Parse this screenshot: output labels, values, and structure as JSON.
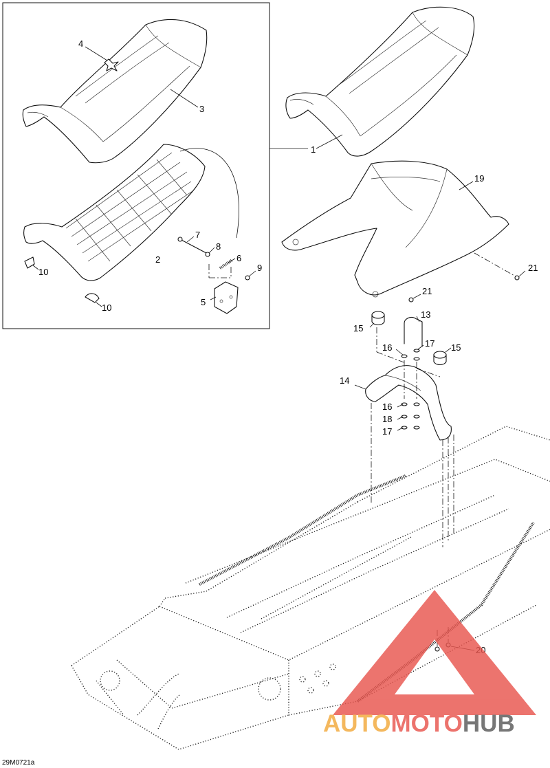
{
  "callouts": [
    {
      "id": "c1",
      "label": "1"
    },
    {
      "id": "c2",
      "label": "2"
    },
    {
      "id": "c3",
      "label": "3"
    },
    {
      "id": "c4",
      "label": "4"
    },
    {
      "id": "c5",
      "label": "5"
    },
    {
      "id": "c6",
      "label": "6"
    },
    {
      "id": "c7",
      "label": "7"
    },
    {
      "id": "c8",
      "label": "8"
    },
    {
      "id": "c9",
      "label": "9"
    },
    {
      "id": "c10a",
      "label": "10"
    },
    {
      "id": "c10b",
      "label": "10"
    },
    {
      "id": "c13",
      "label": "13"
    },
    {
      "id": "c14",
      "label": "14"
    },
    {
      "id": "c15a",
      "label": "15"
    },
    {
      "id": "c15b",
      "label": "15"
    },
    {
      "id": "c16a",
      "label": "16"
    },
    {
      "id": "c16b",
      "label": "16"
    },
    {
      "id": "c17a",
      "label": "17"
    },
    {
      "id": "c17b",
      "label": "17"
    },
    {
      "id": "c18",
      "label": "18"
    },
    {
      "id": "c19",
      "label": "19"
    },
    {
      "id": "c20",
      "label": "20"
    },
    {
      "id": "c21a",
      "label": "21"
    },
    {
      "id": "c21b",
      "label": "21"
    }
  ],
  "ref_code": "29M0721a",
  "watermark": {
    "part1": "AUTO",
    "part2": "MOTO",
    "part3": "HUB",
    "color_red": "#e8554e",
    "color_orange": "#f2a93b",
    "color_gray": "#5a5a5a"
  }
}
